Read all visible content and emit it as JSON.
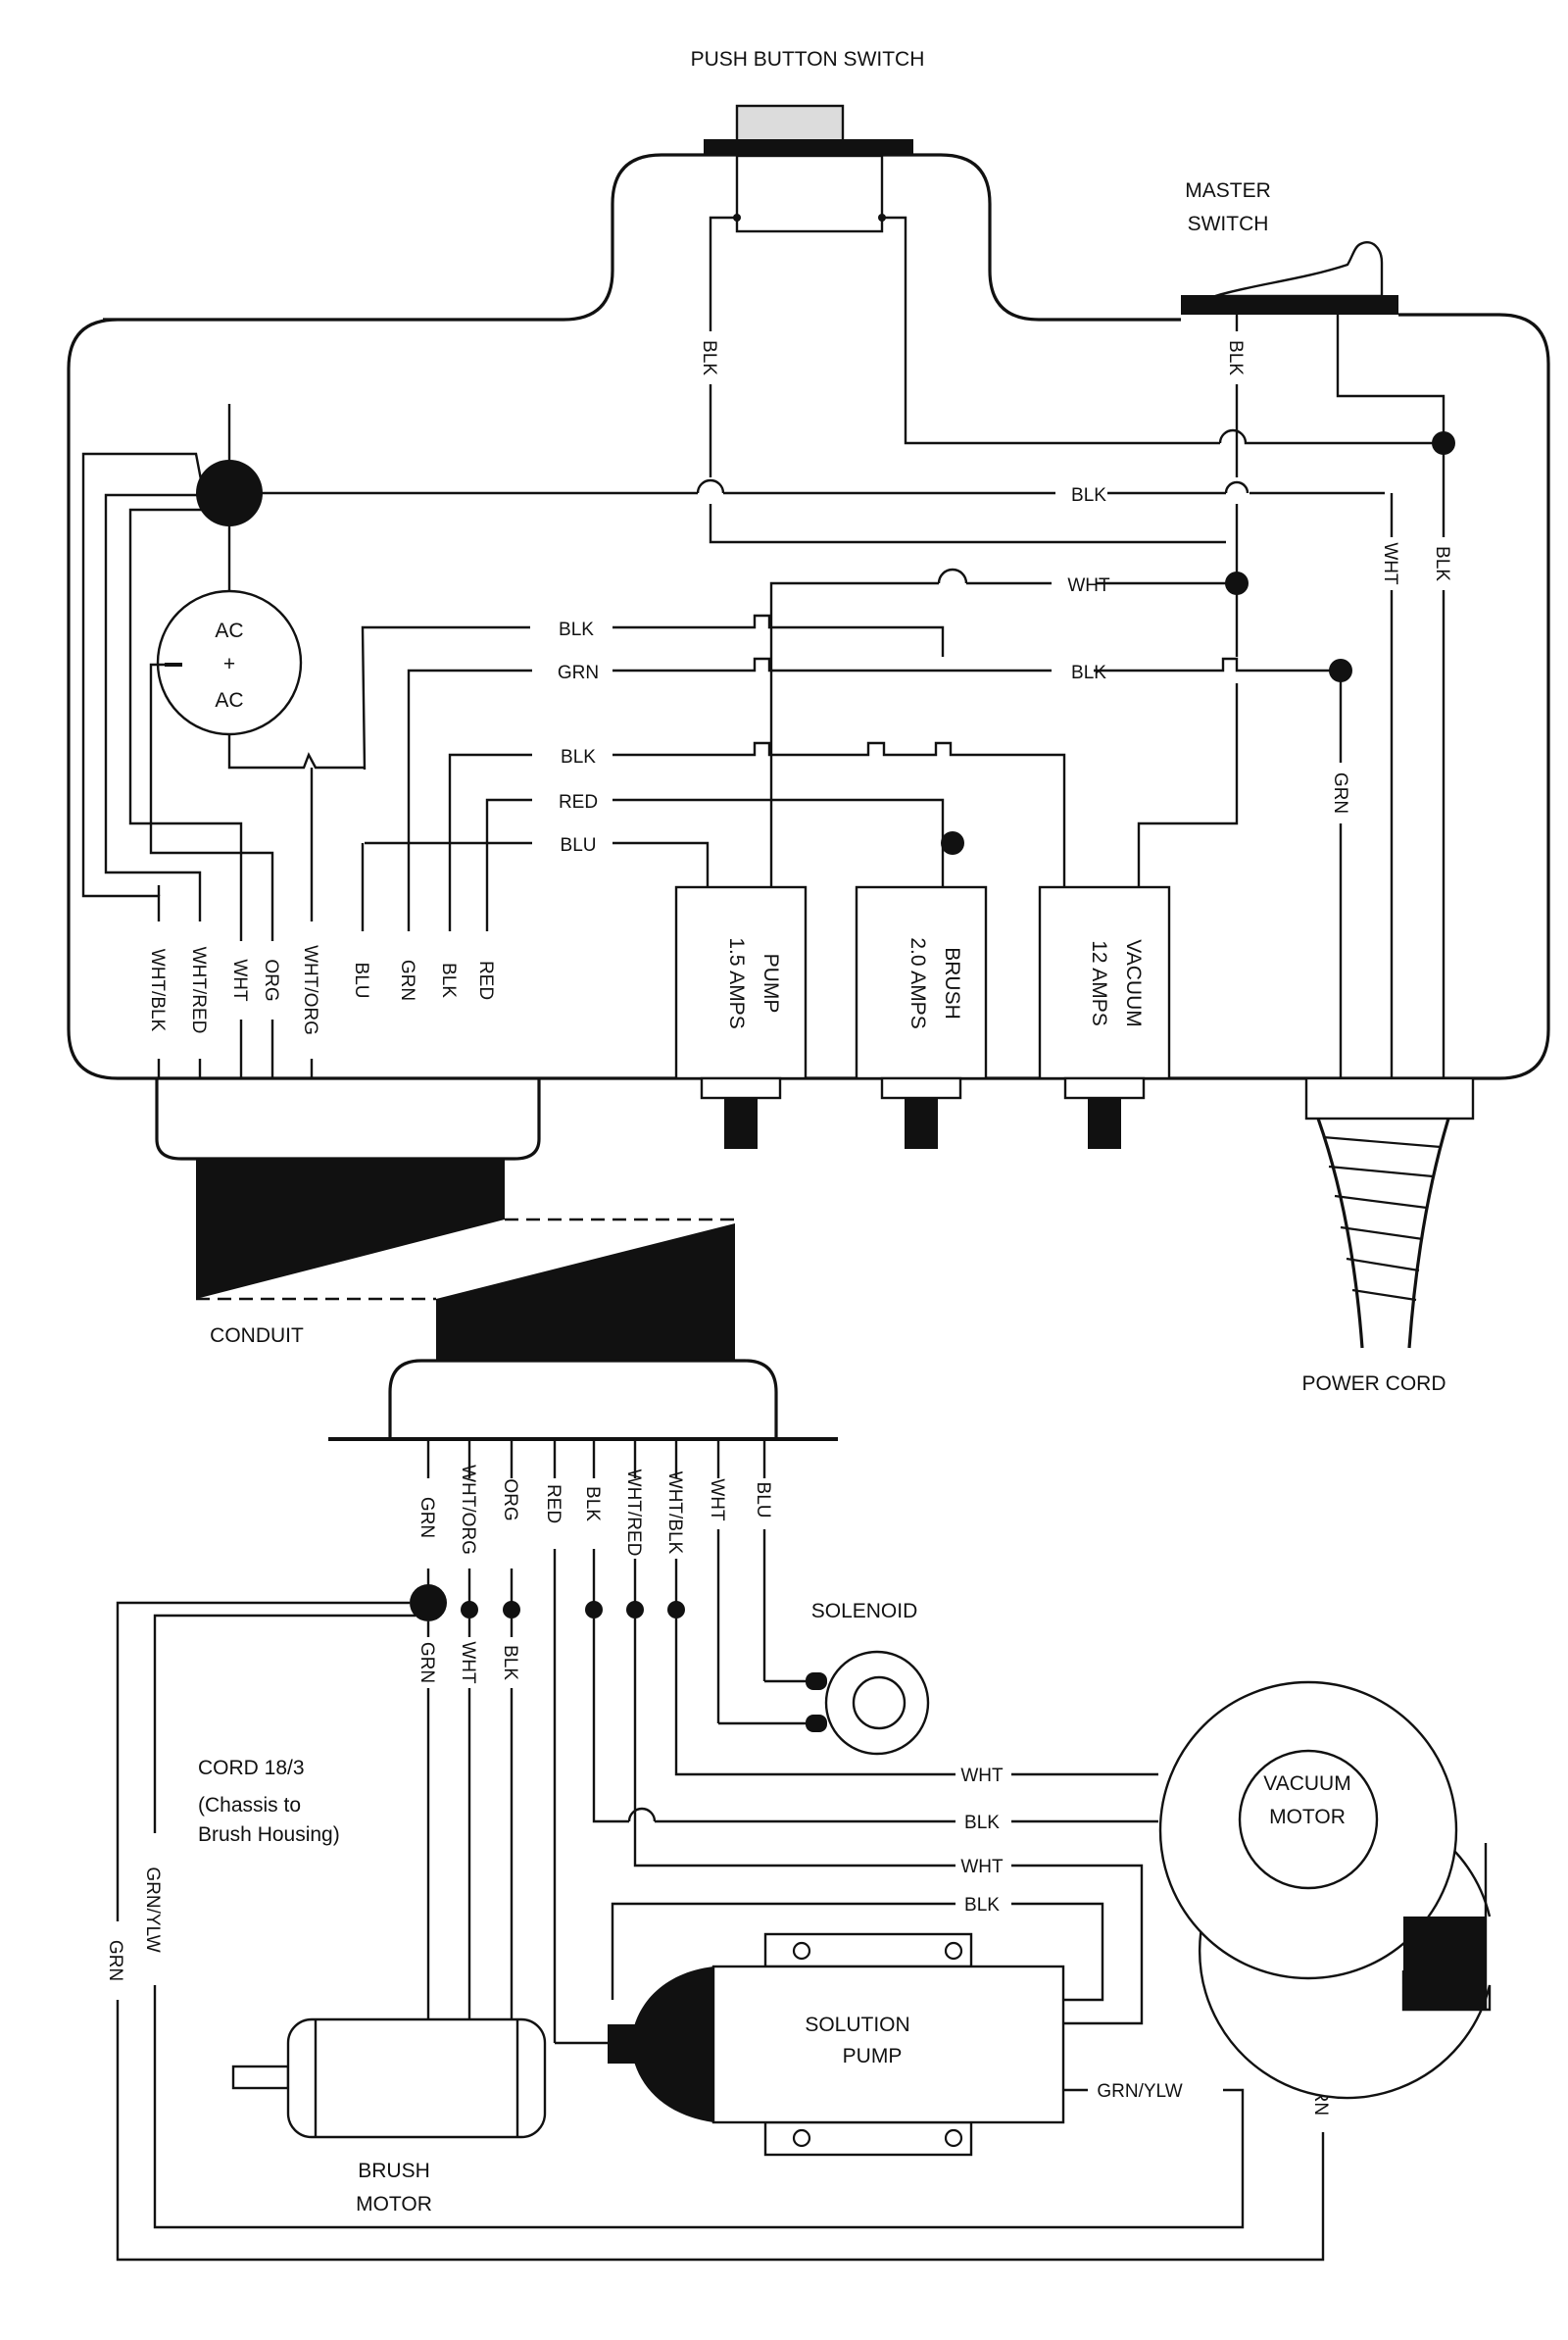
{
  "labels": {
    "push_button_switch": "PUSH BUTTON SWITCH",
    "master_switch_1": "MASTER",
    "master_switch_2": "SWITCH",
    "ac_top": "AC",
    "ac_plus": "+",
    "ac_bottom": "AC",
    "conduit": "CONDUIT",
    "power_cord": "POWER CORD",
    "solenoid": "SOLENOID",
    "vacuum_motor_1": "VACUUM",
    "vacuum_motor_2": "MOTOR",
    "solution_pump_1": "SOLUTION",
    "solution_pump_2": "PUMP",
    "brush_motor_1": "BRUSH",
    "brush_motor_2": "MOTOR",
    "cord_1": "CORD 18/3",
    "cord_2": "(Chassis to",
    "cord_3": "Brush Housing)"
  },
  "breakers": [
    {
      "name": "PUMP",
      "rating": "1.5 AMPS"
    },
    {
      "name": "BRUSH",
      "rating": "2.0 AMPS"
    },
    {
      "name": "VACUUM",
      "rating": "12 AMPS"
    }
  ],
  "wires": {
    "pb_blk": "BLK",
    "ms_blk": "BLK",
    "blk_row1": "BLK",
    "wht_row2": "WHT",
    "blk_row3": "BLK",
    "grn_row3": "GRN",
    "blk_row4": "BLK",
    "red_row5": "RED",
    "blu_row6": "BLU",
    "grn_right": "GRN",
    "wht_right": "WHT",
    "blk_right": "BLK",
    "bottom_left": [
      "WHT/BLK",
      "WHT/RED",
      "WHT",
      "ORG",
      "WHT/ORG",
      "BLU",
      "GRN",
      "BLK",
      "RED"
    ],
    "conduit_out": [
      "GRN",
      "WHT/ORG",
      "ORG",
      "RED",
      "BLK",
      "WHT/RED",
      "WHT/BLK",
      "WHT",
      "BLU"
    ],
    "cord_wires": [
      "GRN",
      "WHT",
      "BLK"
    ],
    "vac_wht1": "WHT",
    "vac_blk": "BLK",
    "vac_wht2": "WHT",
    "pump_blk": "BLK",
    "pump_grnylw": "GRN/YLW",
    "left_grn": "GRN",
    "left_grnylw": "GRN/YLW",
    "vac_grn": "GRN"
  }
}
